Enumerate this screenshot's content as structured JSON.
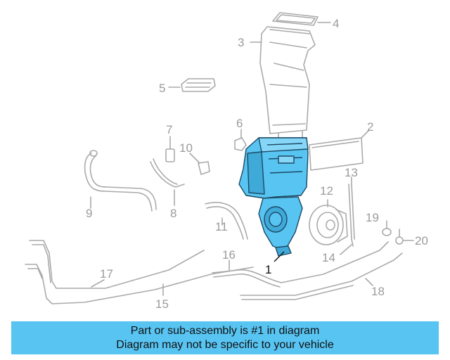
{
  "callouts": {
    "c1": "1",
    "c2": "2",
    "c3": "3",
    "c4": "4",
    "c5": "5",
    "c6": "6",
    "c7": "7",
    "c8": "8",
    "c9": "9",
    "c10": "10",
    "c11": "11",
    "c12": "12",
    "c13": "13",
    "c14": "14",
    "c15": "15",
    "c16": "16",
    "c17": "17",
    "c18": "18",
    "c19": "19",
    "c20": "20"
  },
  "banner": {
    "line1": "Part or sub-assembly is #1 in diagram",
    "line2": "Diagram may not be specific to your vehicle"
  },
  "colors": {
    "highlight": "#58c4f2",
    "line_art": "#aaaaaa",
    "banner": "#58c4f2"
  }
}
